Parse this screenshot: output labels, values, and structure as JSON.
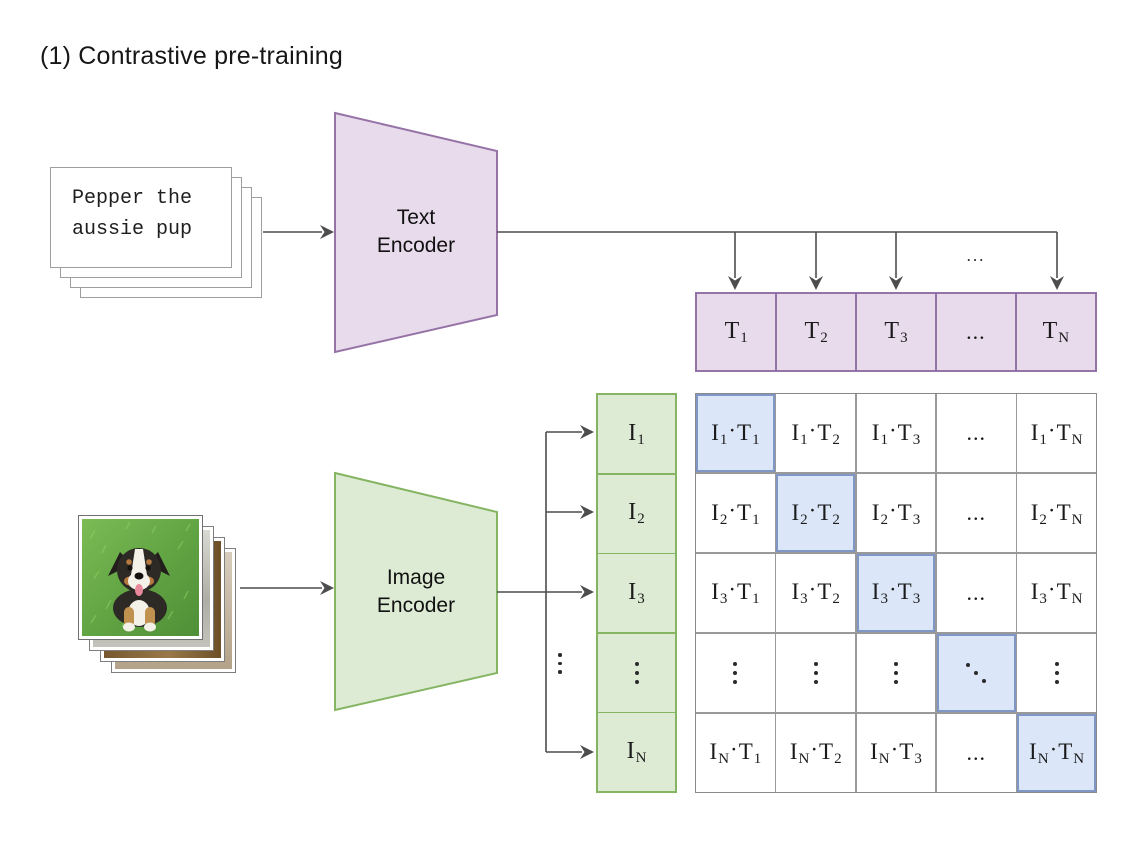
{
  "title": "(1) Contrastive pre-training",
  "colors": {
    "purple_fill": "#E8DBEC",
    "purple_border": "#9673A6",
    "green_fill": "#DDEBD5",
    "green_border": "#85B563",
    "highlight_fill": "#DBE7F8",
    "highlight_border": "#8096C4",
    "grid_line": "#999999",
    "grid_outer": "#8A8A8A",
    "line_color": "#4D4D4D",
    "card_border": "#9E9E9E"
  },
  "text_stack": {
    "lines": [
      "Pepper the",
      "aussie pup"
    ]
  },
  "image_stack": {
    "photo_icon": "puppy-photo"
  },
  "text_encoder": {
    "lines": [
      "Text",
      "Encoder"
    ]
  },
  "image_encoder": {
    "lines": [
      "Image",
      "Encoder"
    ]
  },
  "text_embeddings": {
    "symbol": "T",
    "cells": [
      {
        "sub": "1"
      },
      {
        "sub": "2"
      },
      {
        "sub": "3"
      },
      {
        "dots": "h"
      },
      {
        "sub": "N"
      }
    ]
  },
  "image_embeddings": {
    "symbol": "I",
    "cells": [
      {
        "sub": "1"
      },
      {
        "sub": "2"
      },
      {
        "sub": "3"
      },
      {
        "dots": "v"
      },
      {
        "sub": "N"
      }
    ]
  },
  "connectors": {
    "text_branch_ellipsis": "...",
    "image_branch_ellipsis": "vertical-dots"
  },
  "matrix": {
    "row_symbol": "I",
    "col_symbol": "T",
    "dot": "·",
    "hdots": "...",
    "rows": [
      [
        {
          "i": "1",
          "t": "1",
          "hl": true
        },
        {
          "i": "1",
          "t": "2"
        },
        {
          "i": "1",
          "t": "3"
        },
        {
          "dots": "h"
        },
        {
          "i": "1",
          "t": "N"
        }
      ],
      [
        {
          "i": "2",
          "t": "1"
        },
        {
          "i": "2",
          "t": "2",
          "hl": true
        },
        {
          "i": "2",
          "t": "3"
        },
        {
          "dots": "h"
        },
        {
          "i": "2",
          "t": "N"
        }
      ],
      [
        {
          "i": "3",
          "t": "1"
        },
        {
          "i": "3",
          "t": "2"
        },
        {
          "i": "3",
          "t": "3",
          "hl": true
        },
        {
          "dots": "h"
        },
        {
          "i": "3",
          "t": "N"
        }
      ],
      [
        {
          "dots": "v"
        },
        {
          "dots": "v"
        },
        {
          "dots": "v"
        },
        {
          "dots": "d",
          "hl": true
        },
        {
          "dots": "v"
        }
      ],
      [
        {
          "i": "N",
          "t": "1"
        },
        {
          "i": "N",
          "t": "2"
        },
        {
          "i": "N",
          "t": "3"
        },
        {
          "dots": "h"
        },
        {
          "i": "N",
          "t": "N",
          "hl": true
        }
      ]
    ]
  }
}
